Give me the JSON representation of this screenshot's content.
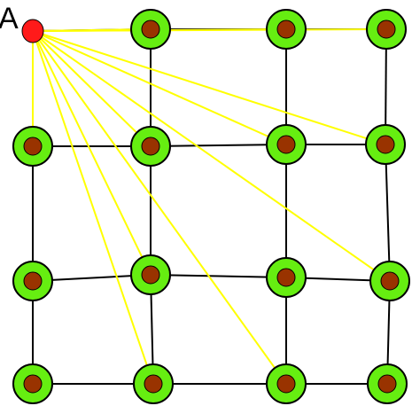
{
  "label": "A",
  "colors": {
    "grid_line": "#000000",
    "ray": "#ffff00",
    "node_outer": "#66ee11",
    "node_inner": "#993300",
    "source": "#ff1a1a",
    "label": "#000000"
  },
  "grid": {
    "rows": 4,
    "cols": 4,
    "source_node": [
      0,
      0
    ],
    "ray_targets": [
      [
        0,
        1
      ],
      [
        0,
        2
      ],
      [
        0,
        3
      ],
      [
        1,
        0
      ],
      [
        1,
        1
      ],
      [
        1,
        2
      ],
      [
        1,
        3
      ],
      [
        2,
        1
      ],
      [
        2,
        3
      ],
      [
        3,
        1
      ],
      [
        3,
        2
      ]
    ]
  }
}
